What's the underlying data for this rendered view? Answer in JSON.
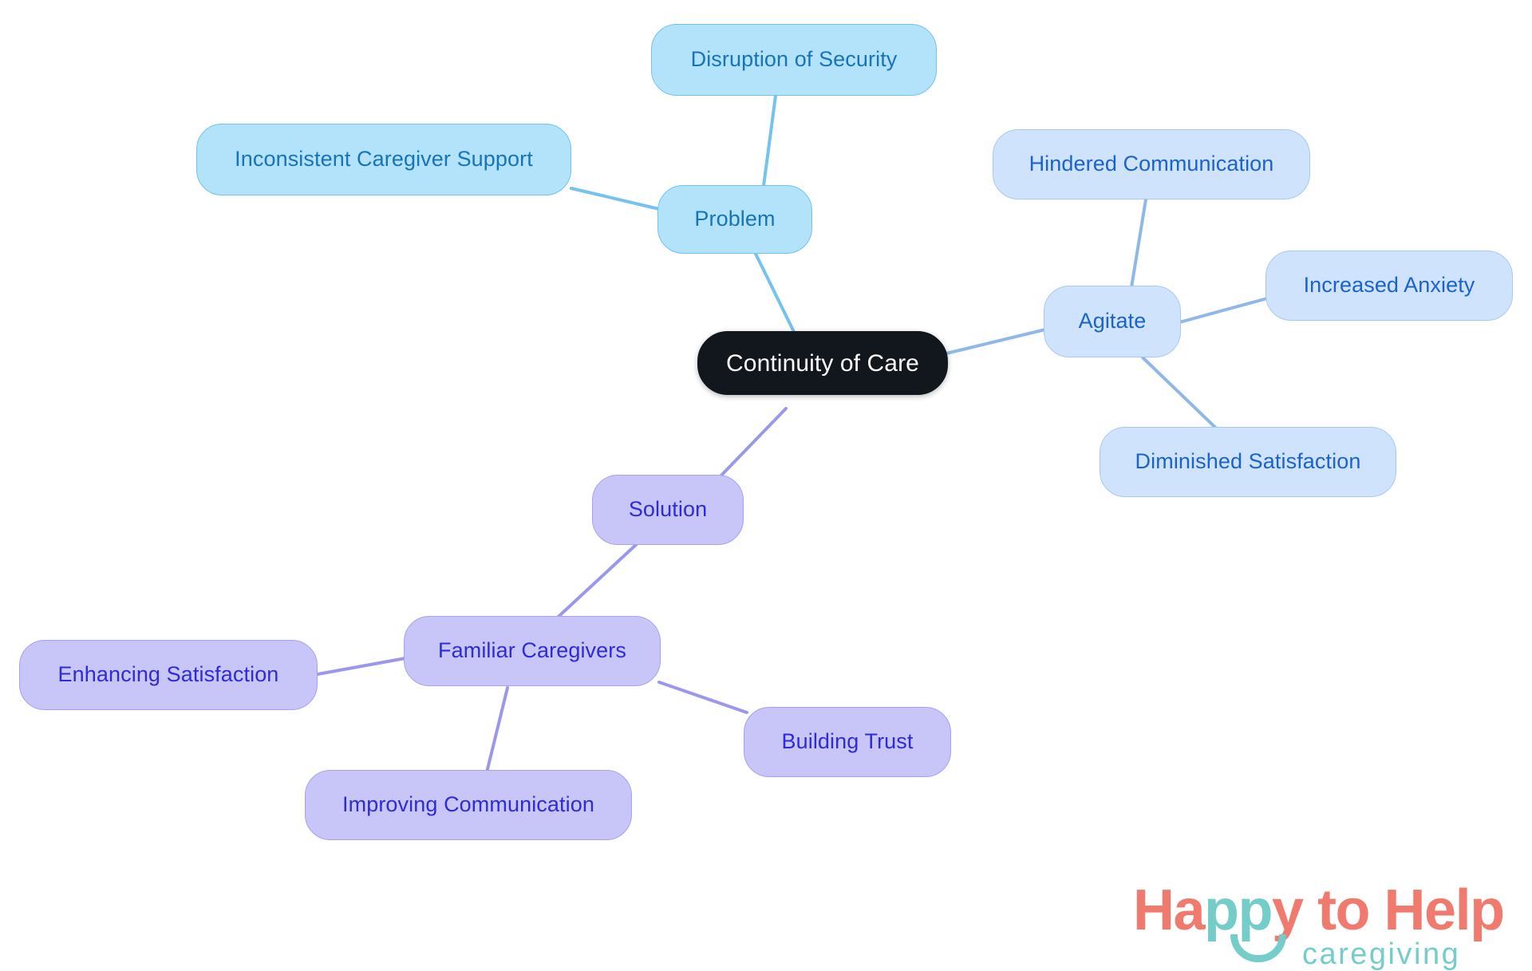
{
  "diagram": {
    "type": "mindmap",
    "title": "Continuity of Care",
    "background": "#ffffff",
    "root": {
      "id": "root",
      "label": "Continuity of Care",
      "fill": "#12161d",
      "text_color": "#ffffff"
    },
    "branches": [
      {
        "id": "problem",
        "label": "Problem",
        "fill": "#b3e2fb",
        "border": "#74c2ee",
        "text_color": "#1874b8",
        "edge_color": "#74c2ee",
        "children": [
          {
            "id": "disruption-of-security",
            "label": "Disruption of Security"
          },
          {
            "id": "inconsistent-caregiver-support",
            "label": "Inconsistent Caregiver Support"
          }
        ]
      },
      {
        "id": "agitate",
        "label": "Agitate",
        "fill": "#cfe3fd",
        "border": "#a8c9ef",
        "text_color": "#1a63cf",
        "edge_color": "#8fb8e8",
        "children": [
          {
            "id": "hindered-communication",
            "label": "Hindered Communication"
          },
          {
            "id": "increased-anxiety",
            "label": "Increased Anxiety"
          },
          {
            "id": "diminished-satisfaction",
            "label": "Diminished Satisfaction"
          }
        ]
      },
      {
        "id": "solution",
        "label": "Solution",
        "fill": "#c8c6f8",
        "border": "#a6a2ef",
        "text_color": "#2f2bd6",
        "edge_color": "#9b98ec",
        "children": [
          {
            "id": "familiar-caregivers",
            "label": "Familiar Caregivers",
            "children": [
              {
                "id": "enhancing-satisfaction",
                "label": "Enhancing Satisfaction"
              },
              {
                "id": "improving-communication",
                "label": "Improving Communication"
              },
              {
                "id": "building-trust",
                "label": "Building Trust"
              }
            ]
          }
        ]
      }
    ]
  },
  "nodes": {
    "root": "Continuity of Care",
    "problem": "Problem",
    "disruption_of_security": "Disruption of Security",
    "inconsistent_caregiver_support": "Inconsistent Caregiver Support",
    "agitate": "Agitate",
    "hindered_communication": "Hindered Communication",
    "increased_anxiety": "Increased Anxiety",
    "diminished_satisfaction": "Diminished Satisfaction",
    "solution": "Solution",
    "familiar_caregivers": "Familiar Caregivers",
    "enhancing_satisfaction": "Enhancing Satisfaction",
    "improving_communication": "Improving Communication",
    "building_trust": "Building Trust"
  },
  "brand": {
    "word_happy": "Ha",
    "word_pp": "pp",
    "word_rest": "y to Help",
    "tagline": "caregiving",
    "primary_color": "#f07a6e",
    "accent_color": "#74cdc9"
  }
}
